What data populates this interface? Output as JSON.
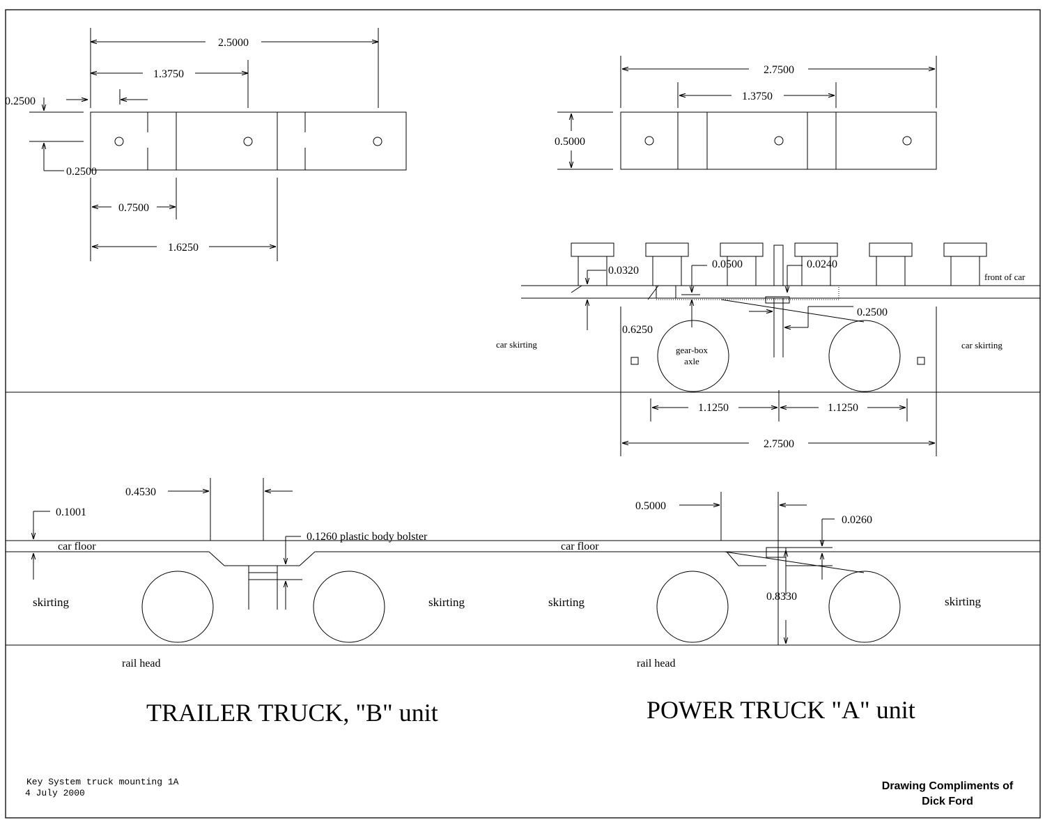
{
  "trailer_top": {
    "dims": {
      "overall": "2.5000",
      "inner": "1.3750",
      "top_offset": "0.2500",
      "bottom_offset": "0.2500",
      "left_section": "0.7500",
      "center": "1.6250"
    }
  },
  "power_top": {
    "dims": {
      "overall": "2.7500",
      "inner": "1.3750",
      "height": "0.5000"
    }
  },
  "power_side": {
    "dims": {
      "d1": "0.0320",
      "d2": "0.0500",
      "d3": "0.0240",
      "d4": "0.2500",
      "d5": "0.6250",
      "half_left": "1.1250",
      "half_right": "1.1250",
      "overall": "2.7500"
    },
    "labels": {
      "front": "front of car",
      "skirt_left": "car skirting",
      "skirt_right": "car skirting",
      "gearbox_line1": "gear-box",
      "gearbox_line2": "axle"
    }
  },
  "trailer_side": {
    "dims": {
      "bolster_width": "0.4530",
      "floor": "0.1001",
      "bolster": "0.1260 plastic  body bolster"
    },
    "labels": {
      "car_floor": "car floor",
      "skirt_left": "skirting",
      "skirt_right": "skirting",
      "rail": "rail head"
    },
    "title": "TRAILER TRUCK, \"B\" unit"
  },
  "power_unit_side": {
    "dims": {
      "width": "0.5000",
      "small": "0.0260",
      "height": "0.8330"
    },
    "labels": {
      "car_floor": "car floor",
      "skirt_left": "skirting",
      "skirt_right": "skirting",
      "rail": "rail head"
    },
    "title": "POWER TRUCK \"A\" unit"
  },
  "footer": {
    "drawing_name": "Key System truck mounting 1A",
    "date": "4 July 2000",
    "credit_line1": "Drawing Compliments of",
    "credit_line2": "Dick Ford"
  }
}
